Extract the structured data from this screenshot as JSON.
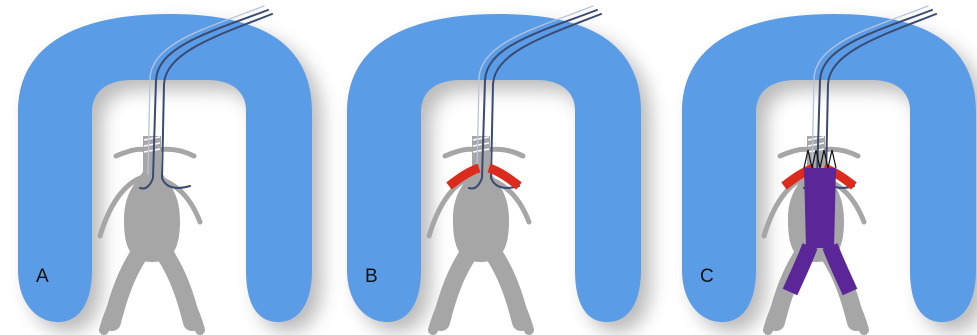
{
  "colors": {
    "background": "#ffffff",
    "arch": "#5b9ce6",
    "arch_shadow": "#3d3d3d",
    "vessel": "#a6a6a6",
    "vessel_dark": "#8e8e8e",
    "stent_outline": "#ffffff",
    "wire": "#3a4a72",
    "wire_highlight": "#b8c4dc",
    "branch_graft": "#dc2a1c",
    "main_graft": "#5b2698",
    "graft_stent_lines": "#111111"
  },
  "panels": [
    {
      "label": "A",
      "stage": "wires"
    },
    {
      "label": "B",
      "stage": "branch-grafts"
    },
    {
      "label": "C",
      "stage": "main-graft"
    }
  ]
}
